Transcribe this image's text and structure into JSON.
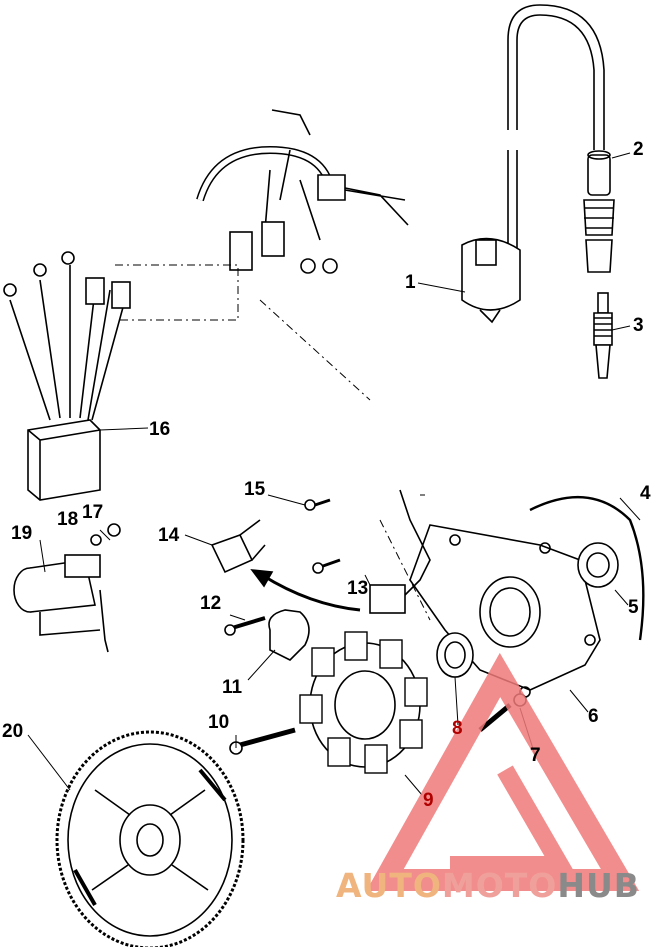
{
  "callouts": [
    {
      "id": "1",
      "label": "1"
    },
    {
      "id": "2",
      "label": "2"
    },
    {
      "id": "3",
      "label": "3"
    },
    {
      "id": "4",
      "label": "4"
    },
    {
      "id": "5",
      "label": "5"
    },
    {
      "id": "6",
      "label": "6"
    },
    {
      "id": "7",
      "label": "7"
    },
    {
      "id": "8",
      "label": "8"
    },
    {
      "id": "9",
      "label": "9"
    },
    {
      "id": "10",
      "label": "10"
    },
    {
      "id": "11",
      "label": "11"
    },
    {
      "id": "12",
      "label": "12"
    },
    {
      "id": "13",
      "label": "13"
    },
    {
      "id": "14",
      "label": "14"
    },
    {
      "id": "15",
      "label": "15"
    },
    {
      "id": "16",
      "label": "16"
    },
    {
      "id": "17",
      "label": "17"
    },
    {
      "id": "18",
      "label": "18"
    },
    {
      "id": "19",
      "label": "19"
    },
    {
      "id": "20",
      "label": "20"
    }
  ],
  "watermark": {
    "part1": "AUTO",
    "part2": "MOTO",
    "part3": "HUB",
    "colors": {
      "auto": "#f0b47f",
      "moto": "#f0a09a",
      "hub": "#8a8a8a",
      "triangle": "#f07a7a"
    }
  }
}
